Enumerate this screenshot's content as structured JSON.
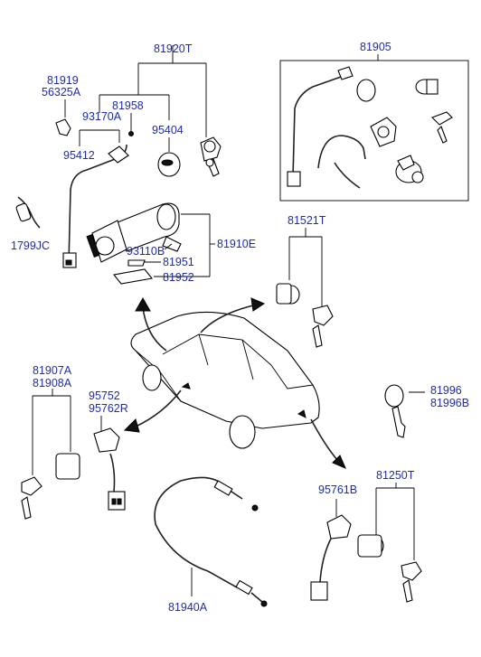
{
  "labels": {
    "p81920T": "81920T",
    "p81905": "81905",
    "p81919": "81919",
    "p56325A": "56325A",
    "p81958": "81958",
    "p93170A": "93170A",
    "p95404": "95404",
    "p95412": "95412",
    "p1799JC": "1799JC",
    "p93110B": "93110B",
    "p81910E": "81910E",
    "p81951": "81951",
    "p81952": "81952",
    "p81521T": "81521T",
    "p81907A": "81907A",
    "p81908A": "81908A",
    "p95752": "95752",
    "p95762R": "95762R",
    "p81996": "81996",
    "p81996B": "81996B",
    "p95761B": "95761B",
    "p81250T": "81250T",
    "p81940A": "81940A"
  },
  "colors": {
    "label": "#1d2bb8",
    "line": "#000000"
  }
}
